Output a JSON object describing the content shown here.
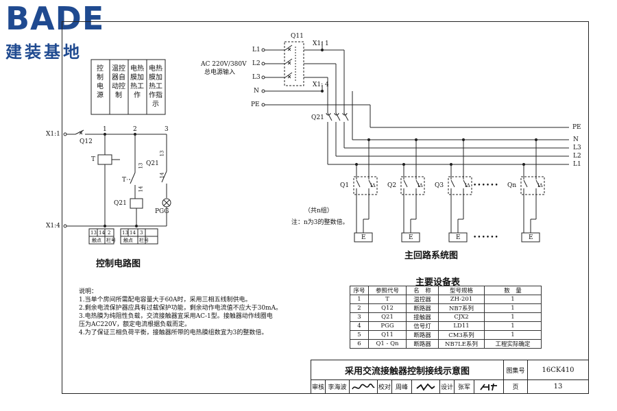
{
  "logo": {
    "word": "BADE",
    "subtitle": "建装基地"
  },
  "function_block": {
    "columns": [
      "控制电源",
      "温控器自动控制",
      "电热膜加热工作",
      "电热膜加热工作指示"
    ]
  },
  "control_circuit": {
    "title": "控制电路图",
    "source_top": "X1:1",
    "source_bottom": "X1:4",
    "breaker": "Q12",
    "nodes": [
      "1",
      "2",
      "3"
    ],
    "thermostat": "T",
    "thermostat_contact": "T",
    "contactor_coil": "Q21",
    "contactor_aux": "Q21",
    "lamp": "PGG",
    "contact_13": "13",
    "contact_14": "14",
    "refs": [
      "13",
      "14",
      "2",
      "13",
      "14",
      "3"
    ],
    "ref_caption_contact": "触点",
    "ref_caption_col": "栏号"
  },
  "main_circuit": {
    "title": "主回路系统图",
    "supply_label": "AC 220V/380V",
    "supply_caption": "总电源输入",
    "main_breaker": "Q11",
    "terminal_1": "X1: 1",
    "terminal_4": "X1: 4",
    "contactor": "Q21",
    "inputs": [
      "L1",
      "L2",
      "L3",
      "N",
      "PE"
    ],
    "buses": [
      "PE",
      "N",
      "L3",
      "L2",
      "L1"
    ],
    "branches": [
      "Q1",
      "Q2",
      "Q3",
      "Qn"
    ],
    "dots": "••••••",
    "rcd_symbol": "IΔ",
    "load": "E",
    "note_count": "（共n组）",
    "note_multiple": "注：n为3的整数倍。"
  },
  "notes": {
    "heading": "说明：",
    "lines": [
      "1.当单个房间所需配电容量大于60A时，采用三相五线制供电。",
      "2.剩余电流保护器应具有过载保护功能，剩余动作电流值不应大于30mA。",
      "3.电热膜为纯阻性负载，交流接触器宜采用AC-1型。接触器动作线圈电",
      "   压为AC220V，额定电流根据负载而定。",
      "4.为了保证三相负荷平衡，接触器所带的电热膜组数宜为3的整数倍。"
    ]
  },
  "equipment_table": {
    "title": "主要设备表",
    "headers": [
      "序号",
      "参照代号",
      "名　称",
      "型号规格",
      "数　量"
    ],
    "rows": [
      [
        "1",
        "T",
        "温控器",
        "ZH-201",
        "1"
      ],
      [
        "2",
        "Q12",
        "断路器",
        "NB7系列",
        "1"
      ],
      [
        "3",
        "Q21",
        "接触器",
        "CJX2",
        "1"
      ],
      [
        "4",
        "PGG",
        "信号灯",
        "LD11",
        "1"
      ],
      [
        "5",
        "Q11",
        "断路器",
        "CM3系列",
        "1"
      ],
      [
        "6",
        "Q1 - Qn",
        "断路器",
        "NB7LE系列",
        "工程实际确定"
      ]
    ]
  },
  "title_block": {
    "drawing_title": "采用交流接触器控制接线示意图",
    "atlas_label": "图集号",
    "atlas_no": "16CK410",
    "review_label": "审核",
    "review_name": "李海波",
    "check_label": "校对",
    "check_name": "周峰",
    "design_label": "设计",
    "design_name": "张军",
    "page_label": "页",
    "page_no": "13"
  }
}
